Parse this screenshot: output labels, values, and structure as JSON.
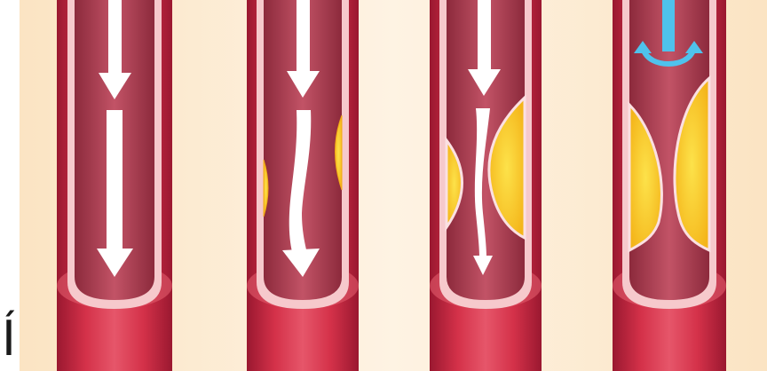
{
  "colors": {
    "background": "#fdecd2",
    "vessel_wall": "#c8273f",
    "vessel_wall_dark": "#8f1429",
    "vessel_wall_light": "#e25b6c",
    "lumen": "#b8485a",
    "lumen_dark": "#8a2b3c",
    "intima": "#f6c9cc",
    "plaque": "#f7c51b",
    "plaque_outline": "#f2a916",
    "flow_arrow": "#ffffff",
    "backflow_arrow": "#4fc2ec"
  },
  "panels": [
    {
      "stage": "healthy-artery",
      "plaque_level": 0.0,
      "flow": "normal"
    },
    {
      "stage": "early-plaque",
      "plaque_level": 0.25,
      "flow": "diverted"
    },
    {
      "stage": "advanced-plaque",
      "plaque_level": 0.6,
      "flow": "restricted"
    },
    {
      "stage": "blocked-artery",
      "plaque_level": 0.95,
      "flow": "blocked"
    }
  ],
  "icons": [
    "flow-arrow-icon",
    "backflow-arrow-icon"
  ],
  "corner_text": "Í"
}
